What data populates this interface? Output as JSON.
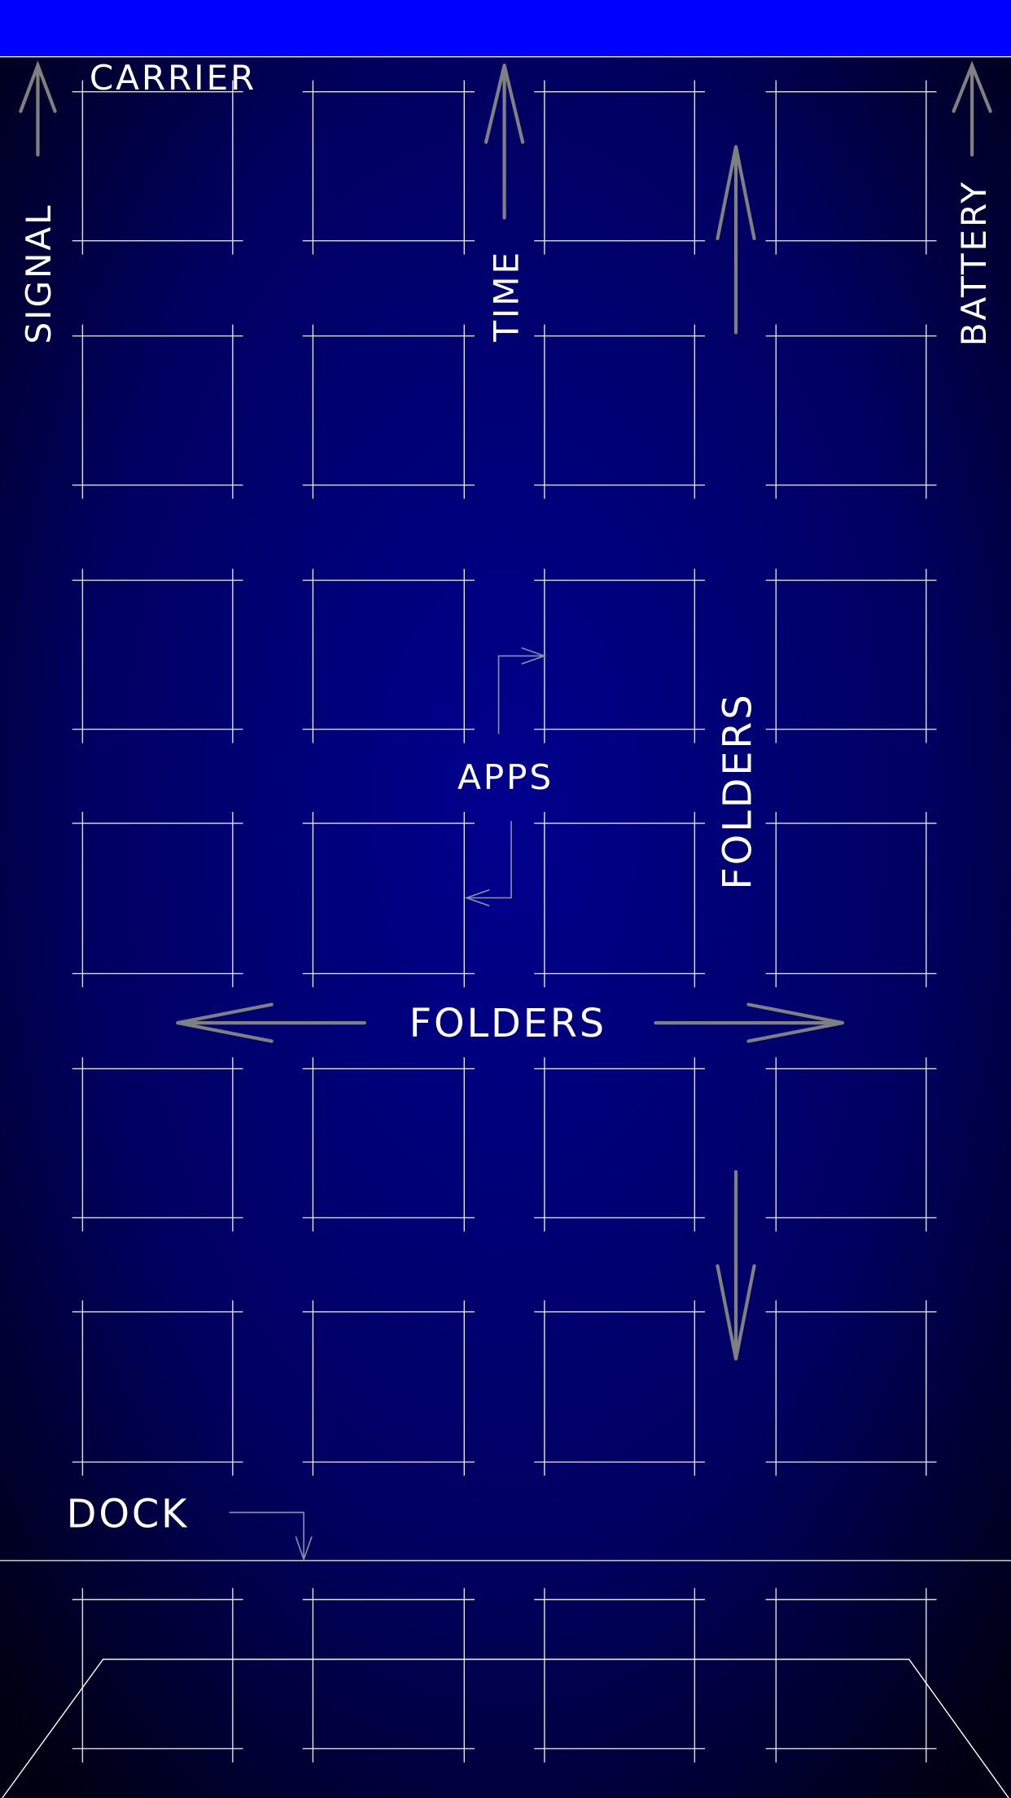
{
  "status_bar": {
    "color": "#0000ff"
  },
  "labels": {
    "carrier": "CARRIER",
    "signal": "SIGNAL",
    "time": "TIME",
    "battery": "BATTERY",
    "apps": "APPS",
    "folders_horizontal": "FOLDERS",
    "folders_vertical": "FOLDERS",
    "dock": "DOCK"
  },
  "grid": {
    "columns": 4,
    "rows": 6,
    "dock_slots": 4
  },
  "colors": {
    "background_center": "#00008e",
    "background_edge": "#000010",
    "line": "#ffffff",
    "arrow": "#808080"
  }
}
